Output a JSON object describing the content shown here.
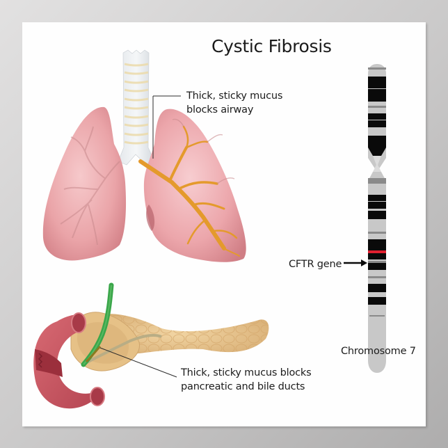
{
  "title": "Cystic Fibrosis",
  "annotations": {
    "lungs": {
      "line1": "Thick, sticky mucus",
      "line2": "blocks airway"
    },
    "pancreas": {
      "line1": "Thick, sticky mucus blocks",
      "line2": "pancreatic and bile ducts"
    },
    "gene_label": "CFTR gene",
    "chromosome_label": "Chromosome 7"
  },
  "illustrations": {
    "lungs": "lungs-with-trachea",
    "pancreas": "pancreas-with-duodenum-and-bile-duct",
    "chromosome": "chromosome-7-banding"
  },
  "colors": {
    "lung": "#e8a0a5",
    "mucus": "#e49a2c",
    "pancreas": "#e8c58e",
    "duodenum": "#c8545f",
    "bile_duct": "#3aa64a",
    "gene_highlight": "#e02030",
    "band_dark": "#0a0a0a",
    "band_light": "#c8c8c8",
    "band_mid": "#8a8a8a"
  }
}
